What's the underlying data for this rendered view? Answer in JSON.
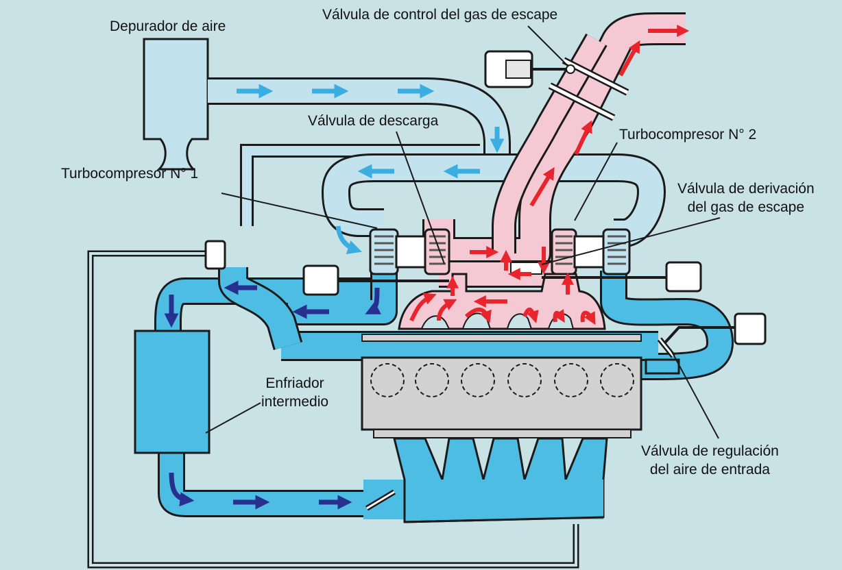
{
  "colors": {
    "background": "#c9e2e6",
    "intake_air": "#c2e3ee",
    "compressed_air": "#4ebde3",
    "exhaust_gas": "#f4c9d4",
    "outline": "#1a1a1a",
    "intake_arrow": "#3aaee0",
    "compressed_arrow": "#27308f",
    "exhaust_arrow": "#e8242d",
    "engine_block": "#d2d2d2"
  },
  "labels": {
    "air_cleaner": "Depurador de aire",
    "exhaust_control_valve": "Válvula de control del gas de escape",
    "wastegate_valve": "Válvula de descarga",
    "turbo_2": "Turbocompresor N° 2",
    "turbo_1": "Turbocompresor N° 1",
    "exhaust_bypass_valve_line1": "Válvula de derivación",
    "exhaust_bypass_valve_line2": "del gas de escape",
    "intercooler_line1": "Enfriador",
    "intercooler_line2": "intermedio",
    "intake_regulation_valve_line1": "Válvula de regulación",
    "intake_regulation_valve_line2": "del aire de entrada"
  },
  "icons": {
    "actuator": "vacuum-actuator-icon",
    "throttle": "throttle-valve-icon",
    "cylinder": "cylinder-icon"
  }
}
